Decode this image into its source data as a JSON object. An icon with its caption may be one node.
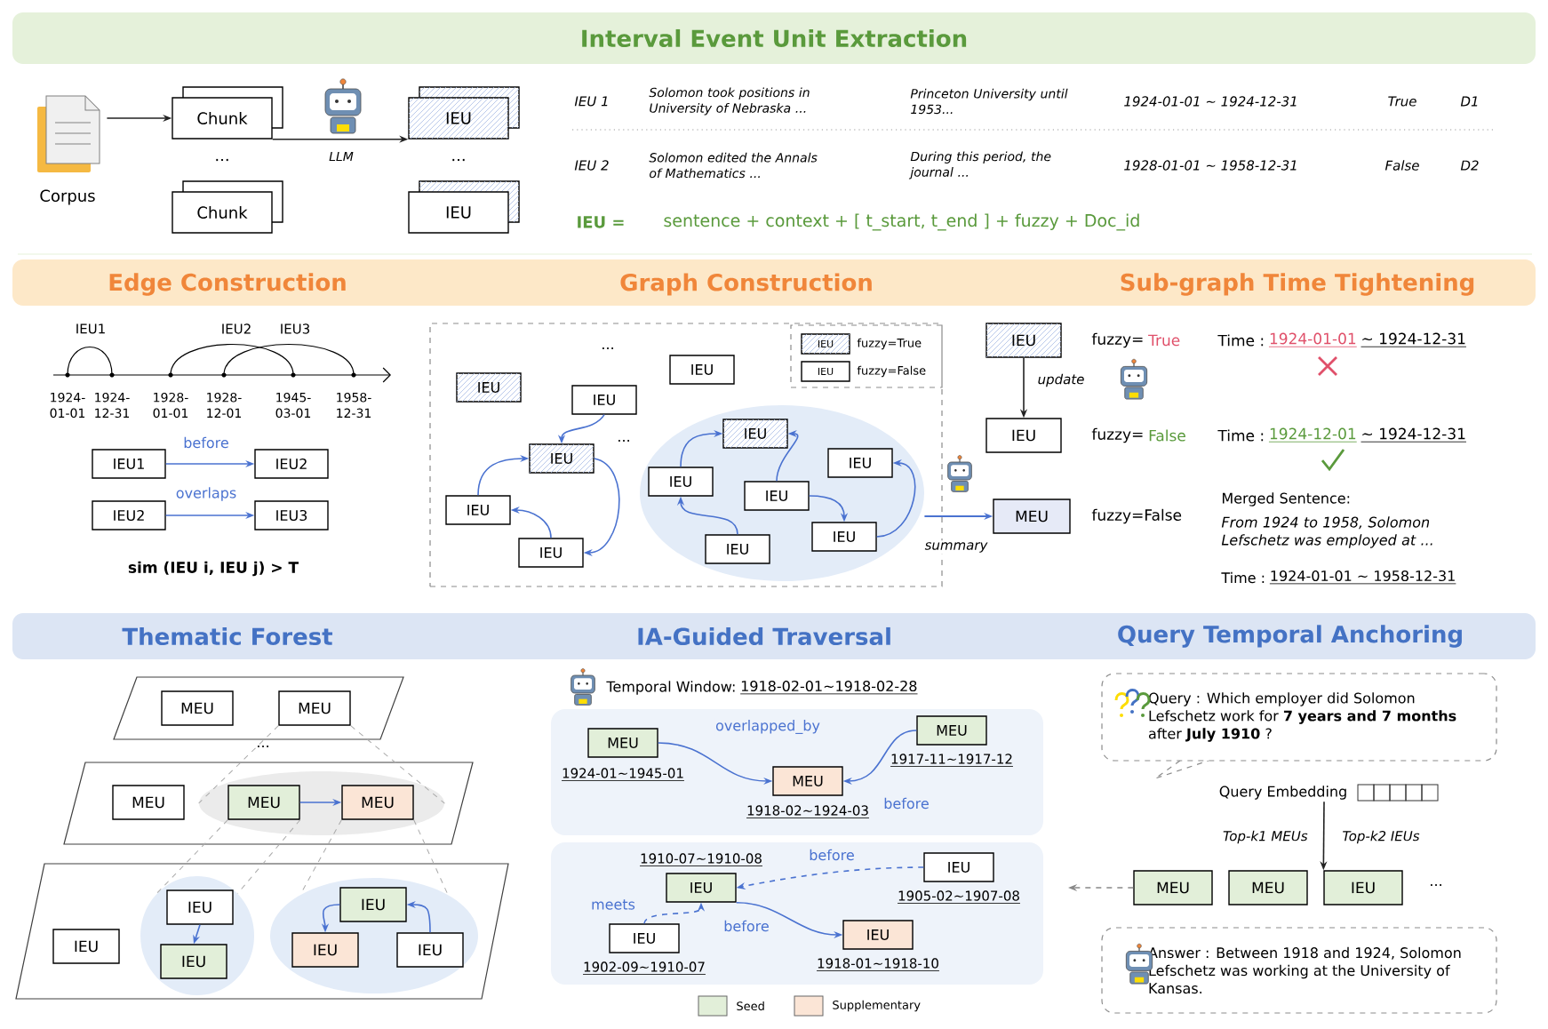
{
  "diagram": {
    "nodes": [
      {
        "text": [
          "Interval Event Unit Extraction"
        ]
      },
      {
        "text": [
          "Corpus"
        ]
      },
      {
        "text": [
          "Chunk"
        ]
      },
      {
        "text": [
          "Chunk"
        ]
      },
      {
        "text": [
          "IEU"
        ]
      },
      {
        "text": [
          "IEU"
        ]
      },
      {
        "text": [
          "Edge Construction",
          "Graph Construction",
          "Sub-graph Time Tightening"
        ]
      },
      {
        "text": [
          "IEU1"
        ]
      },
      {
        "text": [
          "IEU2"
        ]
      },
      {
        "text": [
          "IEU2"
        ]
      },
      {
        "text": [
          "IEU3"
        ]
      },
      {
        "text": [],
        "shape": "box"
      },
      {
        "text": [],
        "shape": "box",
        "in": 11
      },
      {
        "text": [
          "IEU"
        ],
        "beside": [
          "fuzzy=True"
        ],
        "in": 12
      },
      {
        "text": [
          "IEU"
        ],
        "beside": [
          "fuzzy=False"
        ],
        "in": 12
      },
      {
        "text": [
          "IEU"
        ],
        "in": 11
      },
      {
        "text": [
          "IEU"
        ],
        "in": 11
      },
      {
        "text": [
          "IEU"
        ],
        "in": 11
      },
      {
        "text": [
          "IEU"
        ],
        "in": 11
      },
      {
        "text": [
          "IEU"
        ],
        "in": 11
      },
      {
        "text": [
          "IEU"
        ],
        "in": 11
      },
      {
        "text": [],
        "shape": "ellipse",
        "in": 11
      },
      {
        "text": [
          "IEU"
        ],
        "in": 21
      },
      {
        "text": [
          "IEU"
        ],
        "in": 21
      },
      {
        "text": [
          "IEU"
        ],
        "in": 21
      },
      {
        "text": [
          "IEU"
        ],
        "in": 21
      },
      {
        "text": [
          "IEU"
        ],
        "in": 21
      },
      {
        "text": [
          "IEU"
        ],
        "in": 21
      },
      {
        "text": [
          "IEU"
        ],
        "beside": [
          "fuzzy=",
          "True"
        ]
      },
      {
        "text": [
          "IEU"
        ],
        "beside": [
          "fuzzy=",
          "False"
        ]
      },
      {
        "text": [
          "MEU"
        ],
        "beside": [
          "fuzzy=False"
        ]
      },
      {
        "text": [
          "Thematic Forest",
          "IA-Guided Traversal",
          "Query Temporal Anchoring"
        ]
      },
      {
        "text": [],
        "shape": "parallelogram"
      },
      {
        "text": [
          "MEU"
        ],
        "in": 32
      },
      {
        "text": [
          "MEU"
        ],
        "in": 32
      },
      {
        "text": [],
        "shape": "parallelogram"
      },
      {
        "text": [
          "MEU"
        ],
        "in": 35
      },
      {
        "text": [],
        "shape": "ellipse",
        "in": 35
      },
      {
        "text": [
          "MEU"
        ],
        "in": 37
      },
      {
        "text": [
          "MEU"
        ],
        "in": 37
      },
      {
        "text": [],
        "shape": "parallelogram"
      },
      {
        "text": [
          "IEU"
        ],
        "in": 40
      },
      {
        "text": [],
        "shape": "ellipse",
        "in": 40
      },
      {
        "text": [
          "IEU"
        ],
        "in": 42
      },
      {
        "text": [
          "IEU"
        ],
        "in": 42
      },
      {
        "text": [],
        "shape": "ellipse",
        "in": 40
      },
      {
        "text": [
          "IEU"
        ],
        "in": 45
      },
      {
        "text": [
          "IEU"
        ],
        "in": 45
      },
      {
        "text": [
          "IEU"
        ],
        "in": 45
      },
      {
        "text": [],
        "shape": "box"
      },
      {
        "text": [
          "MEU",
          "1924-01~1945-01"
        ],
        "in": 49
      },
      {
        "text": [
          "MEU",
          "1917-11~1917-12"
        ],
        "in": 49
      },
      {
        "text": [
          "MEU",
          "1918-02~1924-03"
        ],
        "in": 49
      },
      {
        "text": [],
        "shape": "box"
      },
      {
        "text": [
          "1910-07~1910-08",
          "IEU"
        ],
        "in": 53
      },
      {
        "text": [
          "IEU",
          "1905-02~1907-08"
        ],
        "in": 53
      },
      {
        "text": [
          "IEU",
          "1902-09~1910-07"
        ],
        "in": 53
      },
      {
        "text": [
          "IEU",
          "1918-01~1918-10"
        ],
        "in": 53
      },
      {
        "text": [
          "Query : Which employer did Solomon Lefschetz work for **7 years and 7 months** after **July 1910** ?"
        ]
      },
      {
        "text": [
          "Query Embedding"
        ]
      },
      {
        "text": [
          "MEU"
        ]
      },
      {
        "text": [
          "MEU"
        ]
      },
      {
        "text": [
          "IEU"
        ]
      },
      {
        "text": [
          "Answer : Between 1918 and 1924, Solomon Lefschetz was working at the University of Kansas."
        ]
      }
    ],
    "edges": [
      {
        "from": 1,
        "to": 2,
        "arrow": "to",
        "color": "#222222"
      },
      {
        "from": 2,
        "to": 4,
        "arrow": "to",
        "label": "LLM",
        "color": "#222222"
      },
      {
        "from": 7,
        "to": 8,
        "arrow": "to",
        "label": "before"
      },
      {
        "from": 9,
        "to": 10,
        "arrow": "to",
        "label": "overlaps"
      },
      {
        "from": 17,
        "to": 18,
        "arrow": "to"
      },
      {
        "from": 19,
        "to": 18,
        "arrow": "to"
      },
      {
        "from": 18,
        "to": 20,
        "arrow": "to"
      },
      {
        "from": 20,
        "to": 19,
        "arrow": "to"
      },
      {
        "from": 23,
        "to": 22,
        "arrow": "to"
      },
      {
        "from": 25,
        "to": 22,
        "arrow": "to"
      },
      {
        "from": 25,
        "to": 27,
        "arrow": "to"
      },
      {
        "from": 26,
        "to": 23,
        "arrow": "to"
      },
      {
        "from": 27,
        "to": 24,
        "arrow": "to"
      },
      {
        "from": 21,
        "to": 30,
        "arrow": "to",
        "label": "summary"
      },
      {
        "from": 28,
        "to": 29,
        "arrow": "to",
        "label": "update",
        "color": "#222222"
      },
      {
        "from": 38,
        "to": 39,
        "arrow": "to"
      },
      {
        "from": 43,
        "to": 44,
        "arrow": "to"
      },
      {
        "from": 46,
        "to": 47,
        "arrow": "to"
      },
      {
        "from": 48,
        "to": 46,
        "arrow": "to"
      },
      {
        "from": 50,
        "to": 52,
        "arrow": "to",
        "label": "overlapped_by"
      },
      {
        "from": 51,
        "to": 52,
        "arrow": "to",
        "label": "before"
      },
      {
        "from": 55,
        "to": 54,
        "arrow": "to",
        "label": "before",
        "style": "dashed"
      },
      {
        "from": 54,
        "to": 57,
        "arrow": "to",
        "label": "before"
      },
      {
        "from": 56,
        "to": 54,
        "arrow": "to",
        "label": "meets",
        "style": "dashed"
      },
      {
        "from": 59,
        "to": 62,
        "arrow": "to",
        "color": "#222222"
      },
      {
        "from": 60,
        "to": null,
        "arrow": "to",
        "style": "dashed",
        "color": "#888888"
      },
      {
        "from": 34,
        "to": 37,
        "arrow": "none",
        "style": "dashed",
        "color": "#aaaaaa"
      },
      {
        "from": 34,
        "to": 37,
        "arrow": "none",
        "style": "dashed",
        "color": "#aaaaaa"
      },
      {
        "from": 38,
        "to": 42,
        "arrow": "none",
        "style": "dashed",
        "color": "#aaaaaa"
      },
      {
        "from": 38,
        "to": 42,
        "arrow": "none",
        "style": "dashed",
        "color": "#aaaaaa"
      },
      {
        "from": 39,
        "to": 45,
        "arrow": "none",
        "style": "dashed",
        "color": "#aaaaaa"
      },
      {
        "from": 39,
        "to": 45,
        "arrow": "none",
        "style": "dashed",
        "color": "#aaaaaa"
      }
    ],
    "labels": [
      "...",
      "...",
      "IEU 1",
      "Solomon took positions in University of Nebraska ...",
      "Princeton University until 1953...",
      "1924-01-01 ~ 1924-12-31",
      "True",
      "D1",
      "IEU 2",
      "Solomon edited the Annals of Mathematics ...",
      "During this period, the journal ...",
      "1928-01-01 ~ 1958-12-31",
      "False",
      "D2",
      "IEU =",
      "sentence + context + [ t_start, t_end ] + fuzzy + Doc_id",
      "IEU1",
      "IEU2",
      "IEU3",
      "1924- 01-01",
      "1924- 12-31",
      "1928- 01-01",
      "1928- 12-01",
      "1945- 03-01",
      "1958- 12-31",
      "sim (IEU i, IEU j) > T",
      "...",
      "...",
      "Time :",
      "1924-01-01",
      "~ 1924-12-31",
      "Time :",
      "1924-12-01",
      "~ 1924-12-31",
      "Merged Sentence:",
      "From 1924 to 1958, Solomon Lefschetz was employed at ...",
      "Time :",
      "1924-01-01 ~ 1958-12-31",
      "...",
      "Temporal Window:",
      "1918-02-01~1918-02-28",
      "Top-k1 MEUs",
      "Top-k2 IEUs",
      "..."
    ],
    "legend": [
      {
        "text": "Seed",
        "color": "#e2efd9"
      },
      {
        "text": "Supplementary",
        "color": "#fbe5d6"
      }
    ]
  }
}
